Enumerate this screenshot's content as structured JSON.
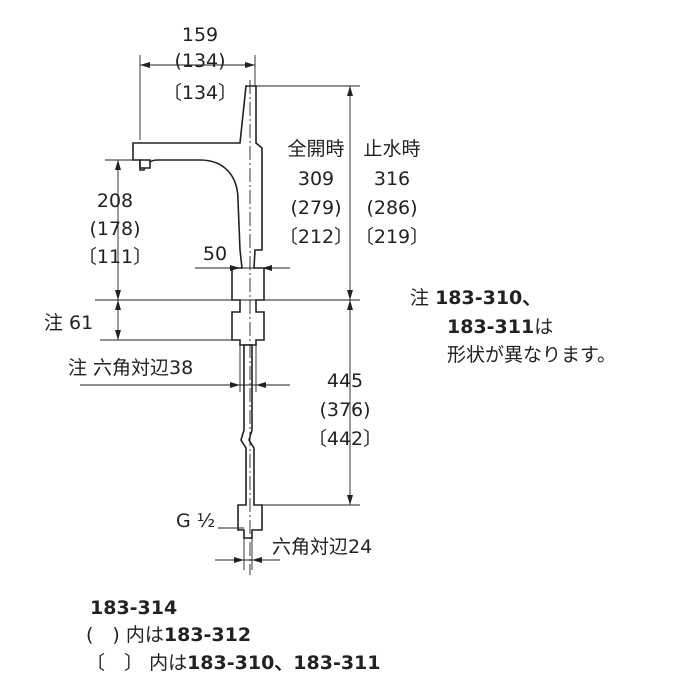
{
  "dimensions": {
    "width_top": {
      "main": "159",
      "paren": "(134)",
      "bracket": "〔134〕"
    },
    "spout_height": {
      "main": "208",
      "paren": "(178)",
      "bracket": "〔111〕"
    },
    "full_open": {
      "label": "全開時",
      "main": "309",
      "paren": "(279)",
      "bracket": "〔212〕"
    },
    "stop": {
      "label": "止水時",
      "main": "316",
      "paren": "(286)",
      "bracket": "〔219〕"
    },
    "neck": "50",
    "note_61": "注 61",
    "note_hex38": "注 六角対辺38",
    "shank": {
      "main": "445",
      "paren": "(376)",
      "bracket": "〔442〕"
    },
    "thread": "G ½",
    "hex24": "六角対辺24"
  },
  "note": {
    "prefix": "注",
    "model_a": "183-310、",
    "model_b": "183-311",
    "suffix_b": "は",
    "line3": "形状が異なります。"
  },
  "legend": {
    "model": "183-314",
    "paren_symbol": "(　)",
    "paren_text": "内は",
    "paren_model": "183-312",
    "bracket_symbol": "〔　〕",
    "bracket_text": "内は",
    "bracket_models": "183-310、183-311"
  }
}
